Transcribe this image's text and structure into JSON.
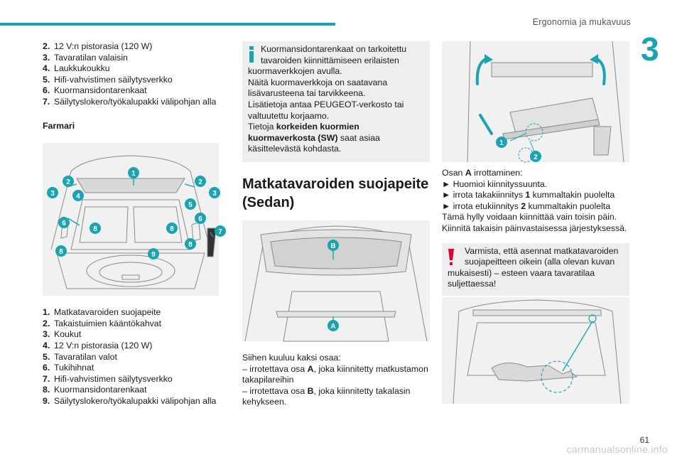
{
  "header": {
    "section": "Ergonomia ja mukavuus",
    "chapter": "3",
    "page": "61"
  },
  "watermark": "carmanualsonline.info",
  "col1": {
    "items_top": [
      {
        "n": "2.",
        "t": "12 V:n pistorasia (120 W)"
      },
      {
        "n": "3.",
        "t": "Tavaratilan valaisin"
      },
      {
        "n": "4.",
        "t": "Laukkukoukku"
      },
      {
        "n": "5.",
        "t": "Hifi-vahvistimen säilytysverkko"
      },
      {
        "n": "6.",
        "t": "Kuormansidontarenkaat"
      },
      {
        "n": "7.",
        "t": "Säilytyslokero/työkalupakki välipohjan alla"
      }
    ],
    "subheading": "Farmari",
    "fig_labels": [
      "1",
      "2",
      "2",
      "3",
      "3",
      "4",
      "5",
      "6",
      "6",
      "7",
      "8",
      "8",
      "8",
      "8",
      "9"
    ],
    "items_bottom": [
      {
        "n": "1.",
        "t": "Matkatavaroiden suojapeite"
      },
      {
        "n": "2.",
        "t": "Takaistuimien kääntökahvat"
      },
      {
        "n": "3.",
        "t": "Koukut"
      },
      {
        "n": "4.",
        "t": "12 V:n pistorasia (120 W)"
      },
      {
        "n": "5.",
        "t": "Tavaratilan valot"
      },
      {
        "n": "6.",
        "t": "Tukihihnat"
      },
      {
        "n": "7.",
        "t": "Hifi-vahvistimen säilytysverkko"
      },
      {
        "n": "8.",
        "t": "Kuormansidontarenkaat"
      },
      {
        "n": "9.",
        "t": "Säilytyslokero/työkalupakki välipohjan alla"
      }
    ]
  },
  "col2": {
    "info": {
      "l1": "Kuormansidontarenkaat on tarkoitettu",
      "l2": "tavaroiden kiinnittämiseen erilaisten",
      "l3": "kuormaverkkojen avulla.",
      "l4": "Näitä kuormaverkkoja on saatavana",
      "l5": "lisävarusteena tai tarvikkeena.",
      "l6": "Lisätietoja antaa PEUGEOT-verkosto tai",
      "l7": "valtuutettu korjaamo.",
      "l8a": "Tietoja ",
      "l8b": "korkeiden kuormien",
      "l9b": "kuormaverkosta (SW)",
      "l9c": " saat asiaa",
      "l10": "käsittelevästä kohdasta."
    },
    "title": "Matkatavaroiden suojapeite (Sedan)",
    "fig_labels": {
      "b": "B",
      "a": "A"
    },
    "text": {
      "l1": "Siihen kuuluu kaksi osaa:",
      "l2a": "–  irrotettava osa ",
      "l2b": "A",
      "l2c": ", joka kiinnitetty matkustamon",
      "l3": "takapilareihin",
      "l4a": "–  irrotettava osa ",
      "l4b": "B",
      "l4c": ", joka kiinnitetty takalasin",
      "l5": "kehykseen."
    }
  },
  "col3": {
    "fig_labels": {
      "one": "1",
      "two": "2"
    },
    "text": {
      "l1a": "Osan ",
      "l1b": "A",
      "l1c": " irrottaminen:",
      "l2": "►  Huomioi kiinnityssuunta.",
      "l3a": "►  irrota takakiinnitys ",
      "l3b": "1",
      "l3c": " kummaltakin puolelta",
      "l4a": "►  irrota etukiinnitys ",
      "l4b": "2",
      "l4c": " kummaltakin puolelta",
      "l5": "Tämä hylly voidaan kiinnittää vain toisin päin.",
      "l6": "Kiinnitä takaisin päinvastaisessa järjestyksessä."
    },
    "warning": {
      "l1": "Varmista, että asennat matkatavaroiden",
      "l2": "suojapeitteen oikein (alla olevan kuvan",
      "l3": "mukaisesti) – esteen vaara tavaratilaa",
      "l4": "suljettaessa!"
    }
  },
  "colors": {
    "accent": "#1aa3b0",
    "warning": "#e4002b",
    "box": "#eeeeee"
  },
  "icons": {
    "info": "info-icon",
    "warning": "warning-icon"
  }
}
